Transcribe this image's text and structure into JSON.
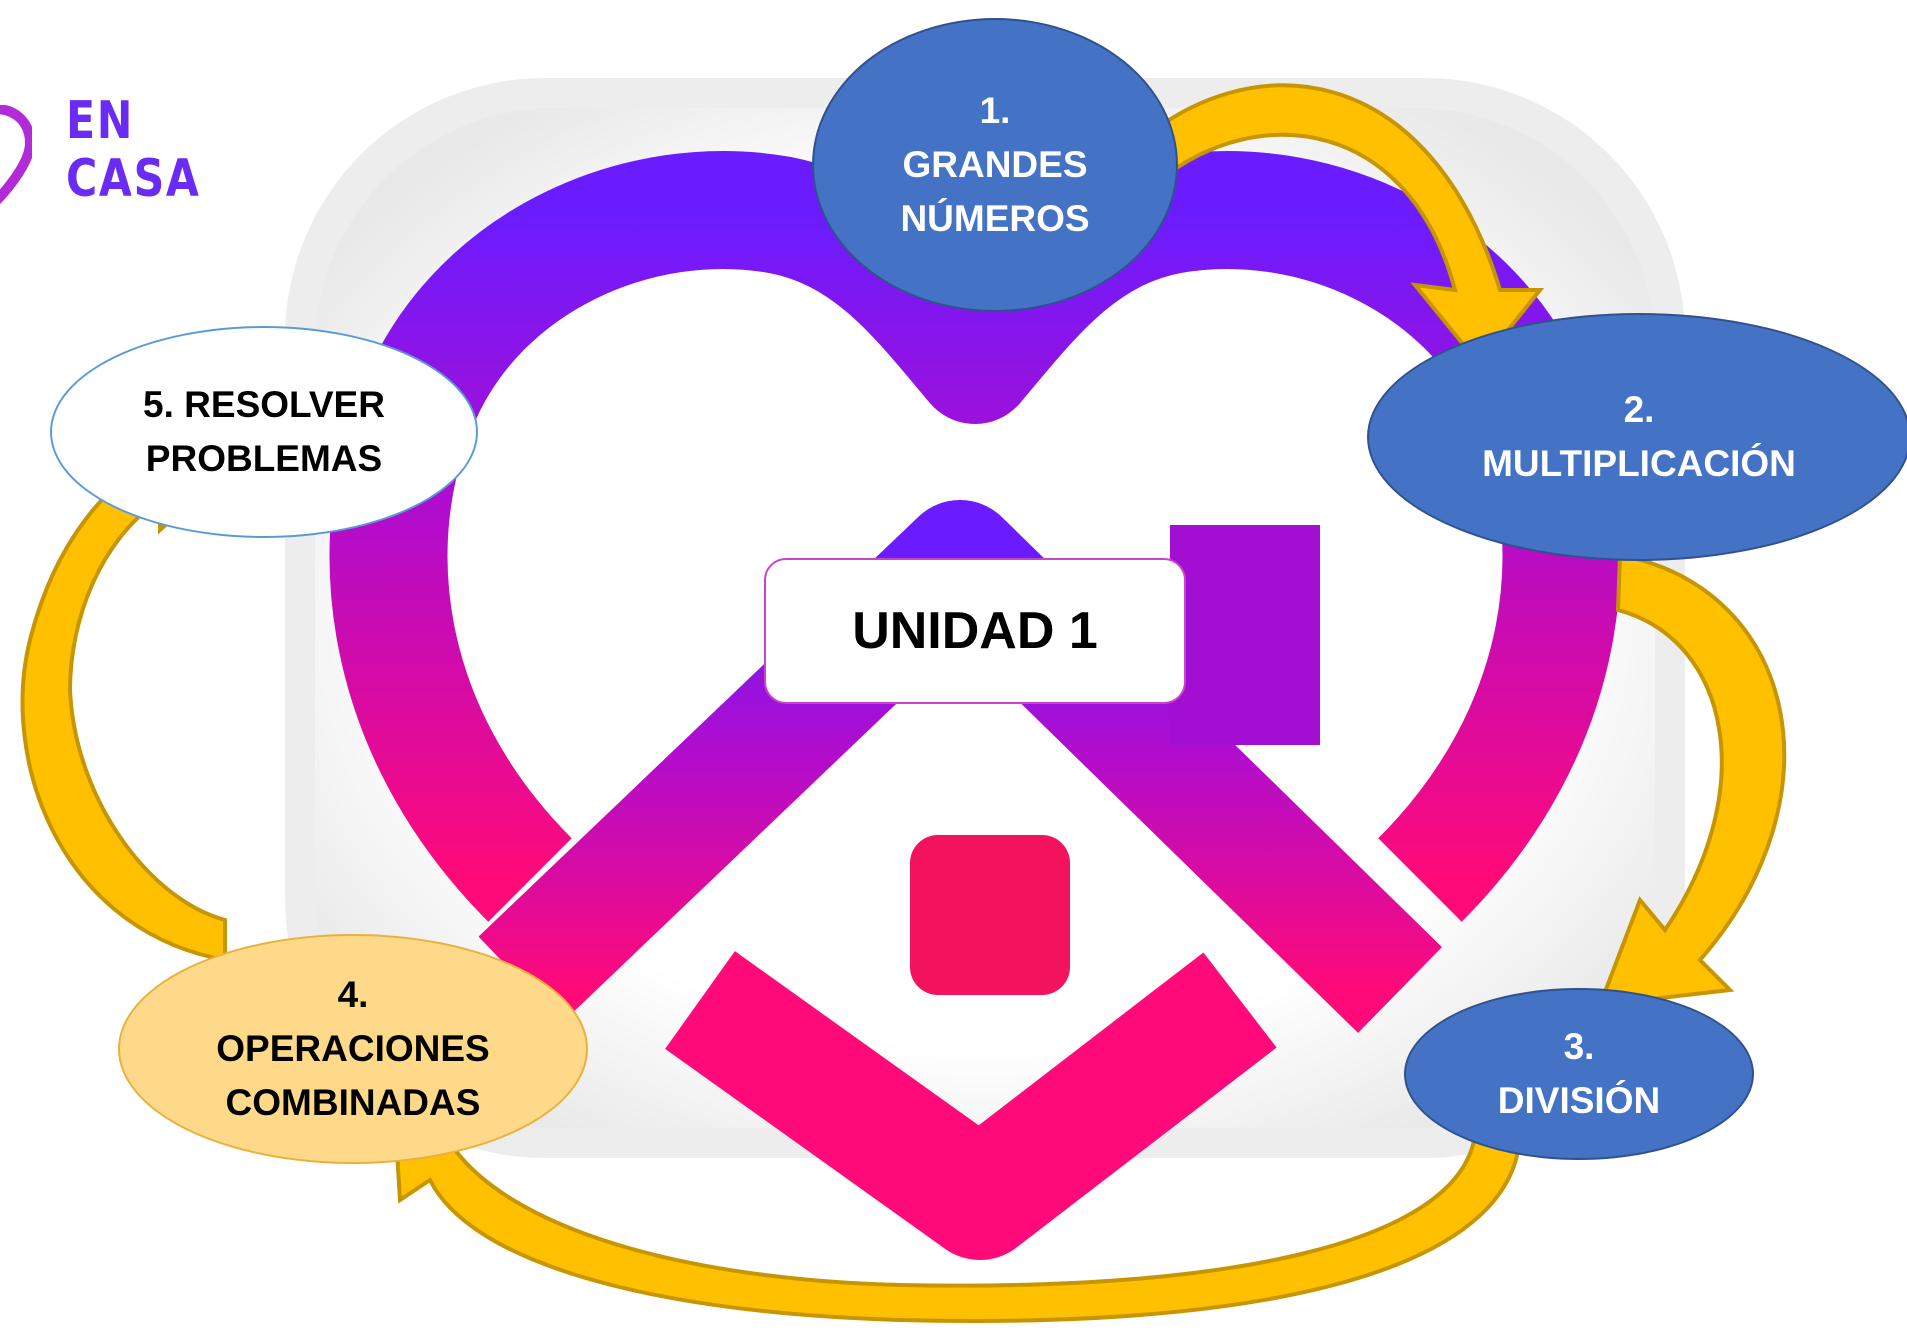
{
  "brand": {
    "line1": "EN",
    "line2": "CASA",
    "color": "#6a2cf5"
  },
  "center": {
    "title": "UNIDAD 1"
  },
  "steps": [
    {
      "number": "1.",
      "label": "GRANDES",
      "label2": "NÚMEROS",
      "fill": "#4472c4"
    },
    {
      "number": "2.",
      "label": "MULTIPLICACIÓN",
      "fill": "#4472c4"
    },
    {
      "number": "3.",
      "label": "DIVISIÓN",
      "fill": "#4472c4"
    },
    {
      "number": "4.",
      "label": "OPERACIONES",
      "label2": "COMBINADAS",
      "fill": "#ffd98a"
    },
    {
      "number": "5. RESOLVER",
      "label": "PROBLEMAS",
      "fill": "#ffffff"
    }
  ],
  "colors": {
    "heart_top": "#6a1cff",
    "heart_bottom": "#ff0a78",
    "arrow_fill": "#ffc000",
    "arrow_shadow": "#c79500",
    "node_blue": "#4472c4",
    "node_peach": "#ffd98a"
  },
  "icons": {
    "background": "heart-house-logo-icon",
    "brand": "location-pin-icon",
    "arrows": "curved-arrow-icon"
  }
}
